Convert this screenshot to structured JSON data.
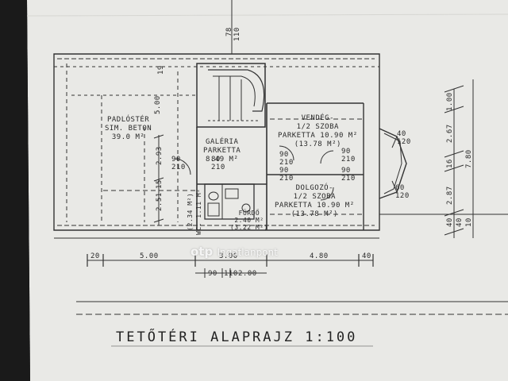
{
  "rooms": {
    "padloster": [
      "PADLÓSTÉR",
      "SIM. BETON",
      "39.0 M²"
    ],
    "galeria": [
      "GALÉRIA",
      "PARKETTA",
      "8.49 M²"
    ],
    "vendeg": [
      "VENDÉG-",
      "1/2 SZOBA",
      "PARKETTA 10.90 M²",
      "(13.78 M²)"
    ],
    "dolgozo": [
      "DOLGOZÓ-",
      "1/2 SZOBA",
      "PARKETTA 10.90 M²",
      "(13.78 M²)"
    ],
    "wc": "WC. 1.11 M²",
    "wc_area": "(2.34 M²)",
    "furdo": [
      "FÜRDŐ",
      "2.40 M²"
    ],
    "furdo_area": "(3.22 M²)"
  },
  "door_labels": [
    "90",
    "210",
    "80",
    "210",
    "90",
    "210",
    "90",
    "210",
    "90",
    "210",
    "90",
    "210"
  ],
  "window_labels": [
    "40",
    "120",
    "60",
    "120"
  ],
  "dims_bottom": [
    "20",
    "5.00",
    "3.00",
    "4.80",
    "40"
  ],
  "dims_bottom2": [
    "90",
    "110",
    "2.00"
  ],
  "dims_right": [
    "1.00",
    "2.67",
    "16",
    "2.87",
    "7.80",
    "40",
    "40",
    "10"
  ],
  "dims_left": [
    "5.00",
    "2.93",
    "2.51",
    "15"
  ],
  "top_marks": [
    "78",
    "110",
    "19"
  ],
  "watermark": {
    "brand": "otp",
    "product": "Ingatlanpont"
  },
  "title": "TETŐTÉRI ALAPRAJZ 1:100"
}
